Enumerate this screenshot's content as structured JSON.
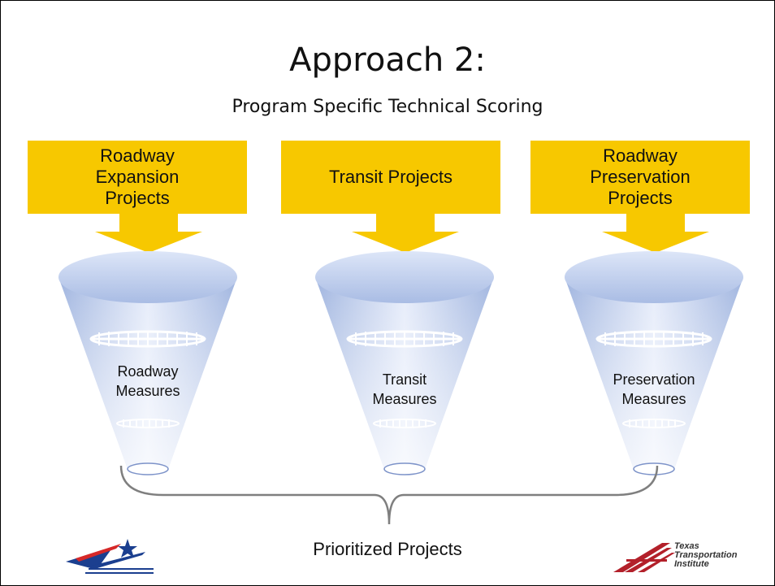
{
  "slide": {
    "title": "Approach 2:",
    "subtitle": "Program Specific Technical Scoring"
  },
  "programs": [
    {
      "box_label": "Roadway\nExpansion\nProjects",
      "measures_label": "Roadway\nMeasures"
    },
    {
      "box_label": "Transit Projects",
      "measures_label": "Transit\nMeasures"
    },
    {
      "box_label": "Roadway\nPreservation\nProjects",
      "measures_label": "Preservation\nMeasures"
    }
  ],
  "output_label": "Prioritized Projects",
  "logos": {
    "left": {
      "name": "txdot-logo"
    },
    "right": {
      "name": "tti-logo",
      "text": "Texas\nTransportation\nInstitute"
    }
  },
  "colors": {
    "box_fill": "#f7c800",
    "funnel_light": "#dbe4f6",
    "funnel_dark": "#8fa6d6"
  }
}
